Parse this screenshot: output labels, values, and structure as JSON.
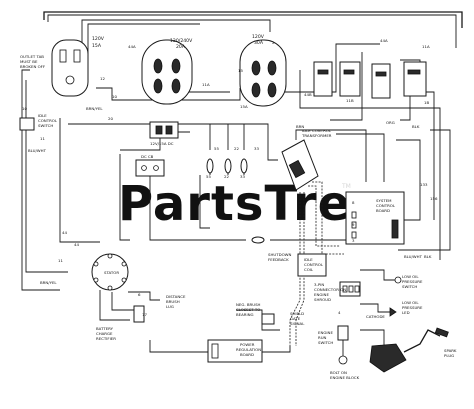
{
  "watermark": "PartsTree",
  "watermark_mark": "TM",
  "labels": {
    "rec_left": "15A",
    "rec_left_rating": "120V",
    "rec_mid_a": "20A",
    "rec_mid_b": "120/240V",
    "rec_right_a": "30A",
    "rec_right_b": "120V",
    "outlet_note": [
      "OUTLET TAB",
      "MUST BE",
      "BROKEN OFF"
    ],
    "w_brn_yel": "BRN/YEL",
    "w_11a": "11A",
    "w_44a": "44A",
    "w_11a_r": "11A",
    "w_44b": "44B",
    "w_11b": "11B",
    "w_44a_r": "44A",
    "w_12": "12",
    "w_10": "10",
    "w_11": "11",
    "w_22": "22",
    "w_33": "33",
    "w_55": "55",
    "w_44": "44",
    "w_2": "2",
    "w_15": "15",
    "w_15a": "15A",
    "w_brn": "BRN",
    "w_blk": "BLK",
    "w_org": "ORG",
    "w_blu_wht": "BLU/WHT",
    "w_blu_wht2": "BLU/WHT",
    "idle_switch": [
      "IDLE",
      "CONTROL",
      "SWITCH"
    ],
    "dc_rect": "12V/15A DC",
    "dc_cb": "DC CB",
    "idle_transformer": [
      "IDLE CONTROL",
      "TRANSFORMER"
    ],
    "system_board": [
      "SYSTEM",
      "CONTROL",
      "BOARD"
    ],
    "shutdown_fb": [
      "SHUTDOWN",
      "FEEDBACK"
    ],
    "idle_coil": [
      "IDLE",
      "CONTROL",
      "COIL"
    ],
    "stator": "STATOR",
    "dist_brush": [
      "DISTANCE",
      "BRUSH",
      "LUG"
    ],
    "battery": [
      "BATTERY",
      "CHARGE",
      "RECTIFIER"
    ],
    "neg_brush": [
      "NEG. BRUSH",
      "CLOSEST TO",
      "BEARING"
    ],
    "pwr_reg": [
      "POWER",
      "REGULATION",
      "BOARD"
    ],
    "shield_note": [
      "SHIELD",
      "GATE",
      "SIGNAL"
    ],
    "conn_note": [
      "3-PIN",
      "CONNECTOR ON",
      "ENGINE",
      "SHROUD"
    ],
    "oil_switch": [
      "LOW OIL",
      "PRESSURE",
      "SWITCH"
    ],
    "cathode": "CATHODE",
    "oil_led": [
      "LOW OIL",
      "PRESSURE",
      "LED"
    ],
    "eng_switch": [
      "ENGINE",
      "RUN",
      "SWITCH"
    ],
    "blk_right": "BLK",
    "spark_plug": [
      "SPARK",
      "PLUG"
    ],
    "bolt_note": [
      "BOLT ON",
      "ENGINE BLOCK"
    ],
    "n_10": "10",
    "n_1b": "1B",
    "n_55": "55",
    "n_22": "22",
    "n_33": "33",
    "n_11": "11",
    "n_20": "20",
    "n_44": "44",
    "n_8": "8",
    "n_9": "9",
    "n_3": "3",
    "n_133": "133",
    "n_156": "156",
    "n_4": "4",
    "n_6": "6",
    "n_77": "77"
  }
}
